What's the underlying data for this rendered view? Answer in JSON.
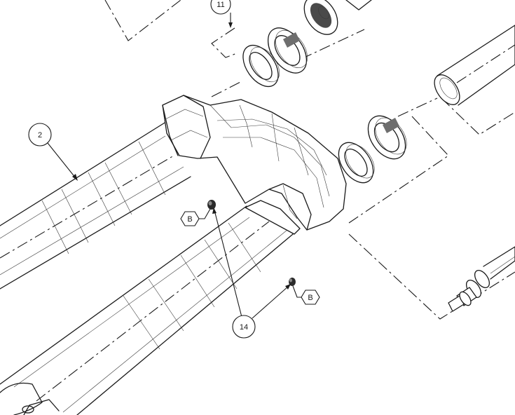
{
  "callouts": {
    "crown_steerer_part": "11",
    "lower_leg_part": "2",
    "bolt_part": "14"
  },
  "detail_refs": {
    "upper_bolt": "B",
    "lower_bolt": "B"
  }
}
